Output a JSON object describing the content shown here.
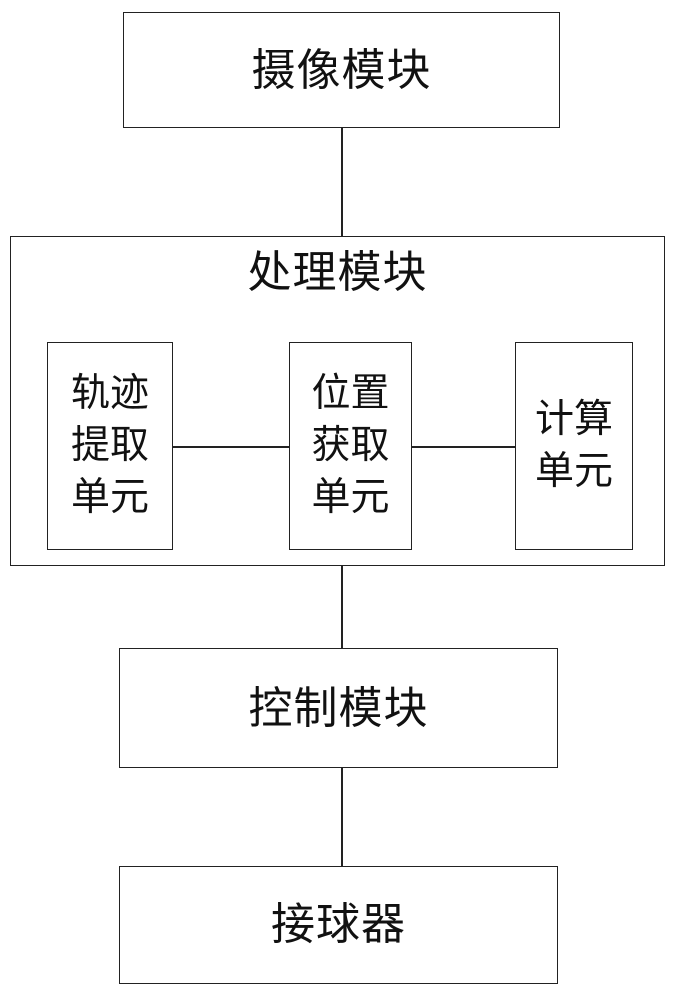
{
  "modules": {
    "camera": {
      "label": "摄像模块"
    },
    "processing": {
      "label": "处理模块",
      "units": {
        "trajectory": {
          "label": "轨迹提取单元"
        },
        "position": {
          "label": "位置获取单元"
        },
        "calculation": {
          "label": "计算单元"
        }
      }
    },
    "control": {
      "label": "控制模块"
    },
    "receiver": {
      "label": "接球器"
    }
  }
}
